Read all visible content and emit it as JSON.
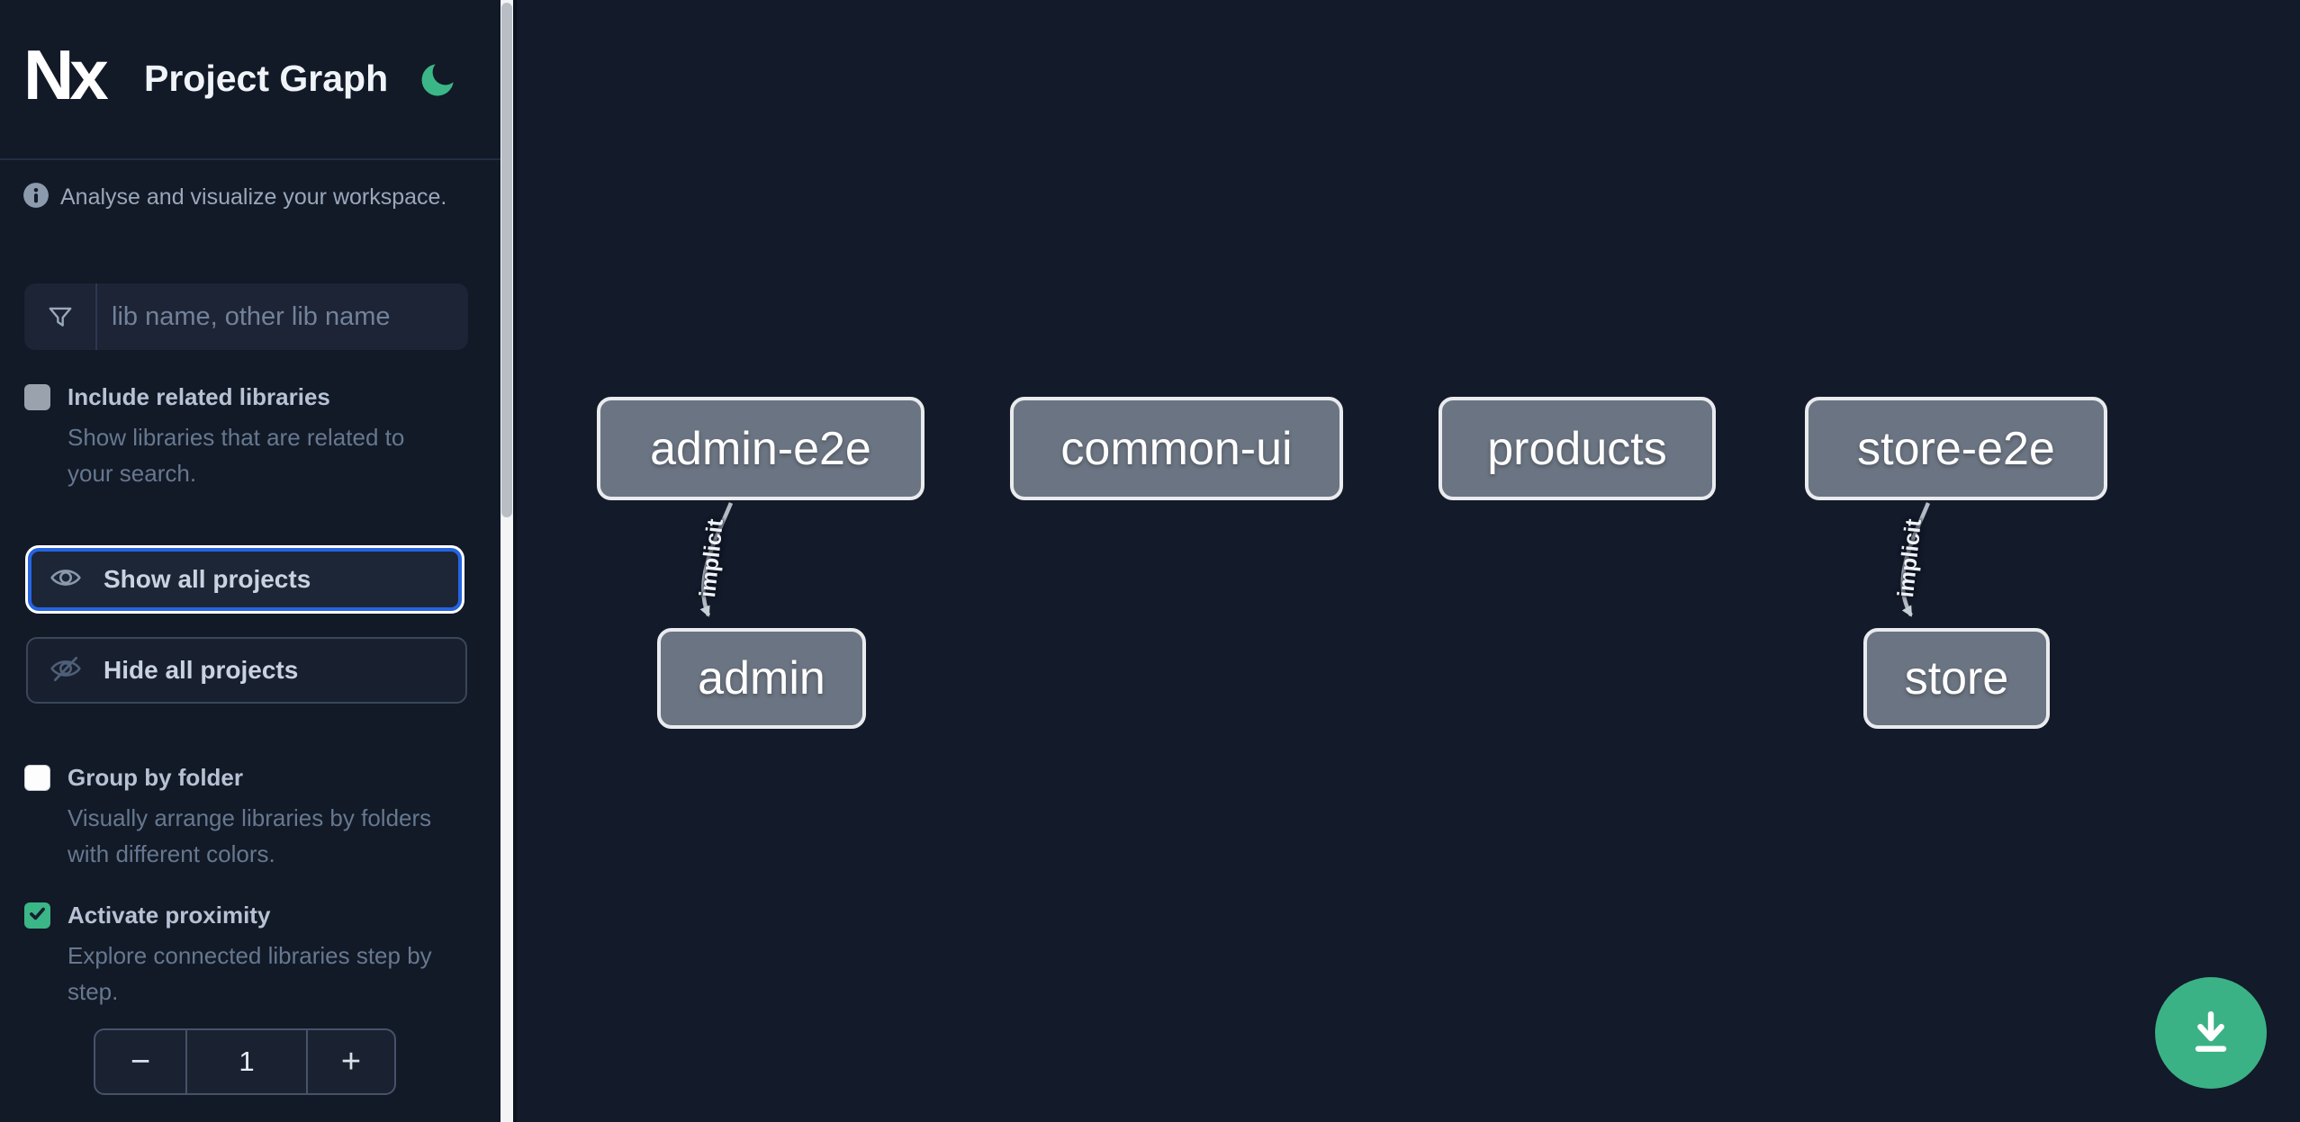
{
  "app": {
    "logo_text": "Nx",
    "title": "Project Graph"
  },
  "sidebar": {
    "tagline": "Analyse and visualize your workspace.",
    "search": {
      "placeholder": "lib name, other lib name",
      "icon": "funnel-icon"
    },
    "toggles": [
      {
        "label": "Include related libraries",
        "description": "Show libraries that are related to your search.",
        "checked": false,
        "enabled": false
      },
      {
        "label": "Group by folder",
        "description": "Visually arrange libraries by folders with different colors.",
        "checked": false,
        "enabled": true
      },
      {
        "label": "Activate proximity",
        "description": "Explore connected libraries step by step.",
        "checked": true,
        "enabled": true
      }
    ],
    "actions": [
      {
        "label": "Show all projects",
        "icon": "eye-icon",
        "focused": true
      },
      {
        "label": "Hide all projects",
        "icon": "eye-slash-icon",
        "focused": false
      }
    ],
    "proximity_stepper": {
      "decrement_label": "−",
      "value": "1",
      "increment_label": "+"
    }
  },
  "graph": {
    "nodes": [
      {
        "id": "admin-e2e",
        "label": "admin-e2e"
      },
      {
        "id": "common-ui",
        "label": "common-ui"
      },
      {
        "id": "products",
        "label": "products"
      },
      {
        "id": "store-e2e",
        "label": "store-e2e"
      },
      {
        "id": "admin",
        "label": "admin"
      },
      {
        "id": "store",
        "label": "store"
      }
    ],
    "edges": [
      {
        "source": "admin-e2e",
        "target": "admin",
        "label": "implicit"
      },
      {
        "source": "store-e2e",
        "target": "store",
        "label": "implicit"
      }
    ]
  },
  "fab": {
    "icon": "download-icon"
  },
  "colors": {
    "background": "#131a29",
    "node_fill": "#6b7482",
    "node_border": "#e9ebee",
    "edge": "#b3bac4",
    "accent_green": "#3bb687",
    "focus_ring_blue": "#2564e0",
    "scrollbar_track": "#f3f4f5",
    "scrollbar_thumb": "#b9bec5"
  }
}
